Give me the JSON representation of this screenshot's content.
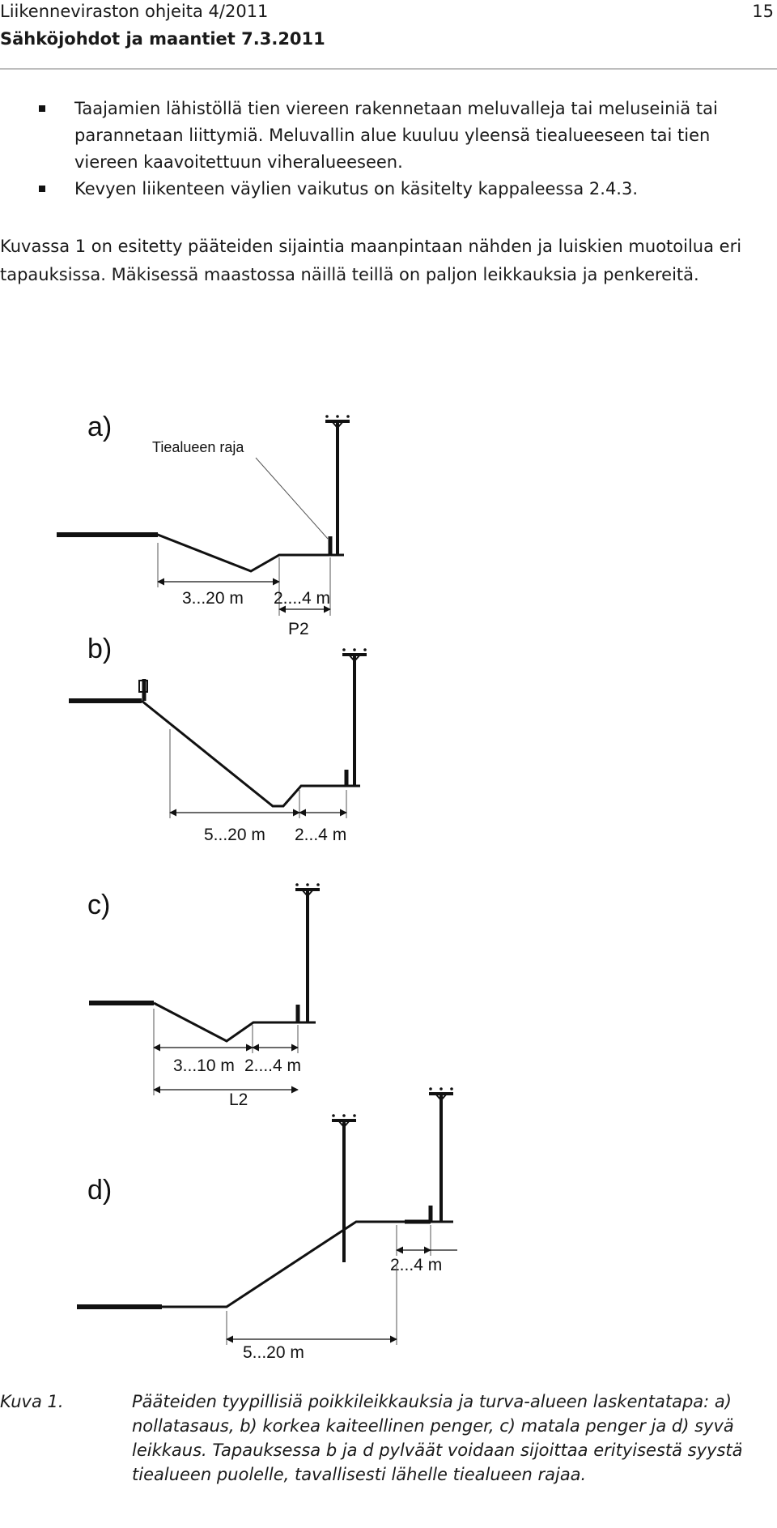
{
  "header": {
    "title": "Liikenneviraston ohjeita 4/2011",
    "subtitle": "Sähköjohdot ja maantiet 7.3.2011",
    "page": "15"
  },
  "bullets": [
    "Taajamien lähistöllä tien viereen rakennetaan meluvalleja tai meluseiniä tai parannetaan liittymiä. Meluvallin alue kuuluu yleensä tiealueeseen tai tien viereen kaavoitettuun viheralueeseen.",
    "Kevyen liikenteen väylien vaikutus on käsitelty kappaleessa 2.4.3."
  ],
  "paragraph": "Kuvassa 1 on esitetty pääteiden sijaintia maanpintaan nähden ja luiskien muotoilua eri tapauksissa. Mäkisessä maastossa näillä teillä on paljon leikkauksia ja penkereitä.",
  "figure": {
    "a": {
      "label": "a)",
      "boundary": "Tiealueen raja",
      "dim1": "3...20 m",
      "dim2": "2....4 m",
      "class": "P2"
    },
    "b": {
      "label": "b)",
      "dim1": "5...20 m",
      "dim2": "2...4 m"
    },
    "c": {
      "label": "c)",
      "dim1": "3...10 m",
      "dim2": "2....4 m",
      "class": "L2"
    },
    "d": {
      "label": "d)",
      "dim1": "2...4 m",
      "dim2": "5...20 m"
    }
  },
  "caption": {
    "label": "Kuva 1.",
    "text": "Pääteiden tyypillisiä poikkileikkauksia ja turva-alueen laskentatapa: a) nollatasaus, b) korkea kaiteellinen penger, c) matala penger ja d) syvä leikkaus. Tapauksessa b ja d pylväät voidaan sijoittaa erityisestä syystä tiealueen puolelle, tavallisesti lähelle tiealueen rajaa."
  }
}
